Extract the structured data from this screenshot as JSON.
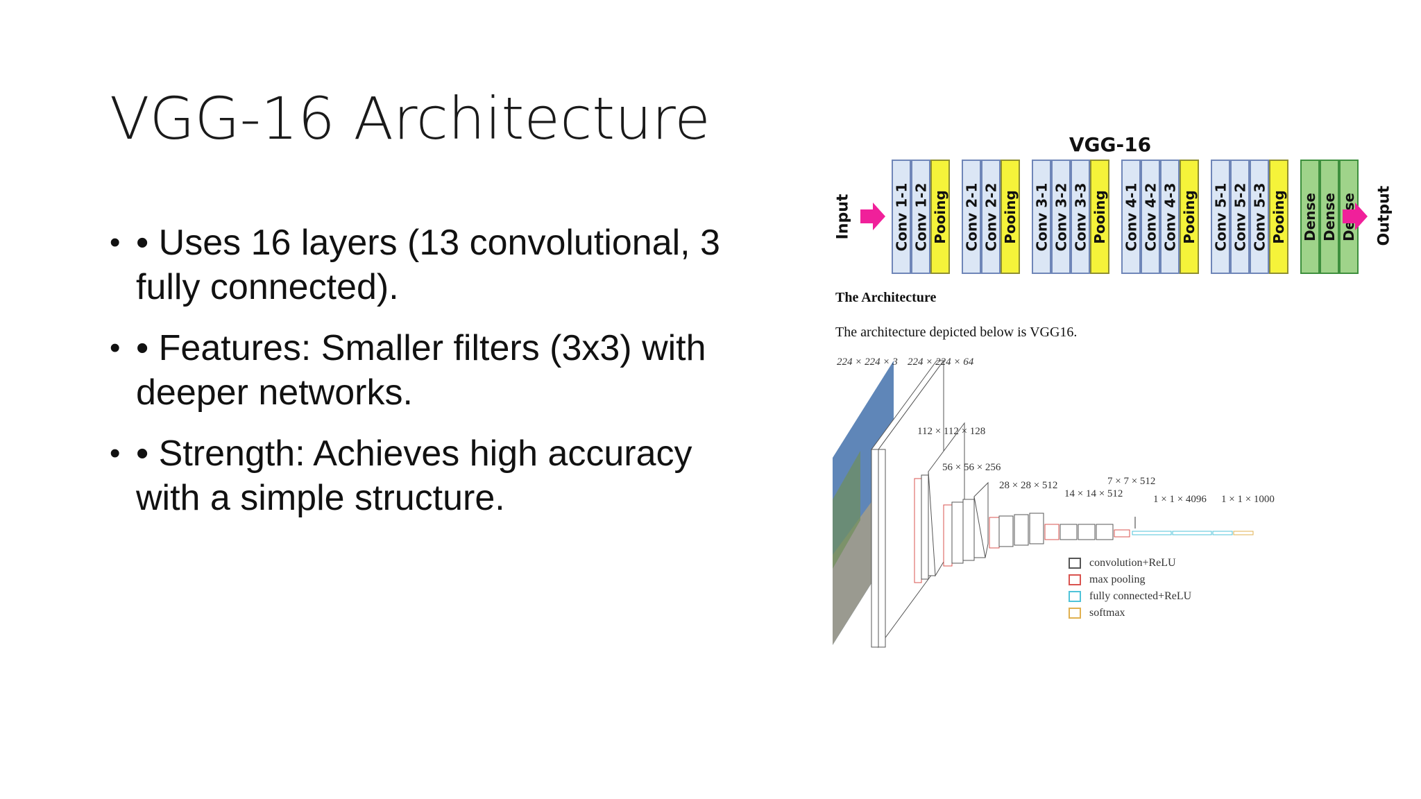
{
  "slide": {
    "title": "VGG-16 Architecture",
    "bullets": [
      "• Uses 16 layers (13 convolutional, 3 fully connected).",
      "• Features: Smaller filters (3x3) with deeper networks.",
      "• Strength: Achieves high accuracy with a simple structure."
    ],
    "bullet_glyph": "•"
  },
  "figure": {
    "vgg_title": "VGG-16",
    "input_label": "Input",
    "output_label": "Output",
    "layers": [
      {
        "label": "Conv 1-1",
        "kind": "conv"
      },
      {
        "label": "Conv 1-2",
        "kind": "conv"
      },
      {
        "label": "Pooing",
        "kind": "pool"
      },
      {
        "label": "Conv 2-1",
        "kind": "conv"
      },
      {
        "label": "Conv 2-2",
        "kind": "conv"
      },
      {
        "label": "Pooing",
        "kind": "pool"
      },
      {
        "label": "Conv 3-1",
        "kind": "conv"
      },
      {
        "label": "Conv 3-2",
        "kind": "conv"
      },
      {
        "label": "Conv 3-3",
        "kind": "conv"
      },
      {
        "label": "Pooing",
        "kind": "pool"
      },
      {
        "label": "Conv 4-1",
        "kind": "conv"
      },
      {
        "label": "Conv 4-2",
        "kind": "conv"
      },
      {
        "label": "Conv 4-3",
        "kind": "conv"
      },
      {
        "label": "Pooing",
        "kind": "pool"
      },
      {
        "label": "Conv 5-1",
        "kind": "conv"
      },
      {
        "label": "Conv 5-2",
        "kind": "conv"
      },
      {
        "label": "Conv 5-3",
        "kind": "conv"
      },
      {
        "label": "Pooing",
        "kind": "pool"
      },
      {
        "label": "Dense",
        "kind": "dense"
      },
      {
        "label": "Dense",
        "kind": "dense"
      },
      {
        "label": "Dense",
        "kind": "dense"
      }
    ],
    "arch_heading": "The Architecture",
    "arch_text": "The architecture depicted below is VGG16.",
    "dims": [
      "224 × 224 × 3",
      "224 × 224 × 64",
      "112 × 112 × 128",
      "56 × 56 × 256",
      "28 × 28 × 512",
      "14 × 14 × 512",
      "7 × 7 × 512",
      "1 × 1 × 4096",
      "1 × 1 × 1000"
    ],
    "legend": [
      {
        "label": "convolution+ReLU",
        "color": "#555555"
      },
      {
        "label": "max pooling",
        "color": "#d9534f"
      },
      {
        "label": "fully connected+ReLU",
        "color": "#4fc3d9"
      },
      {
        "label": "softmax",
        "color": "#e0b050"
      }
    ],
    "colors": {
      "conv": "#dbe6f5",
      "pool": "#f5f33a",
      "dense": "#9fd38a",
      "arrow": "#f0209a"
    }
  }
}
